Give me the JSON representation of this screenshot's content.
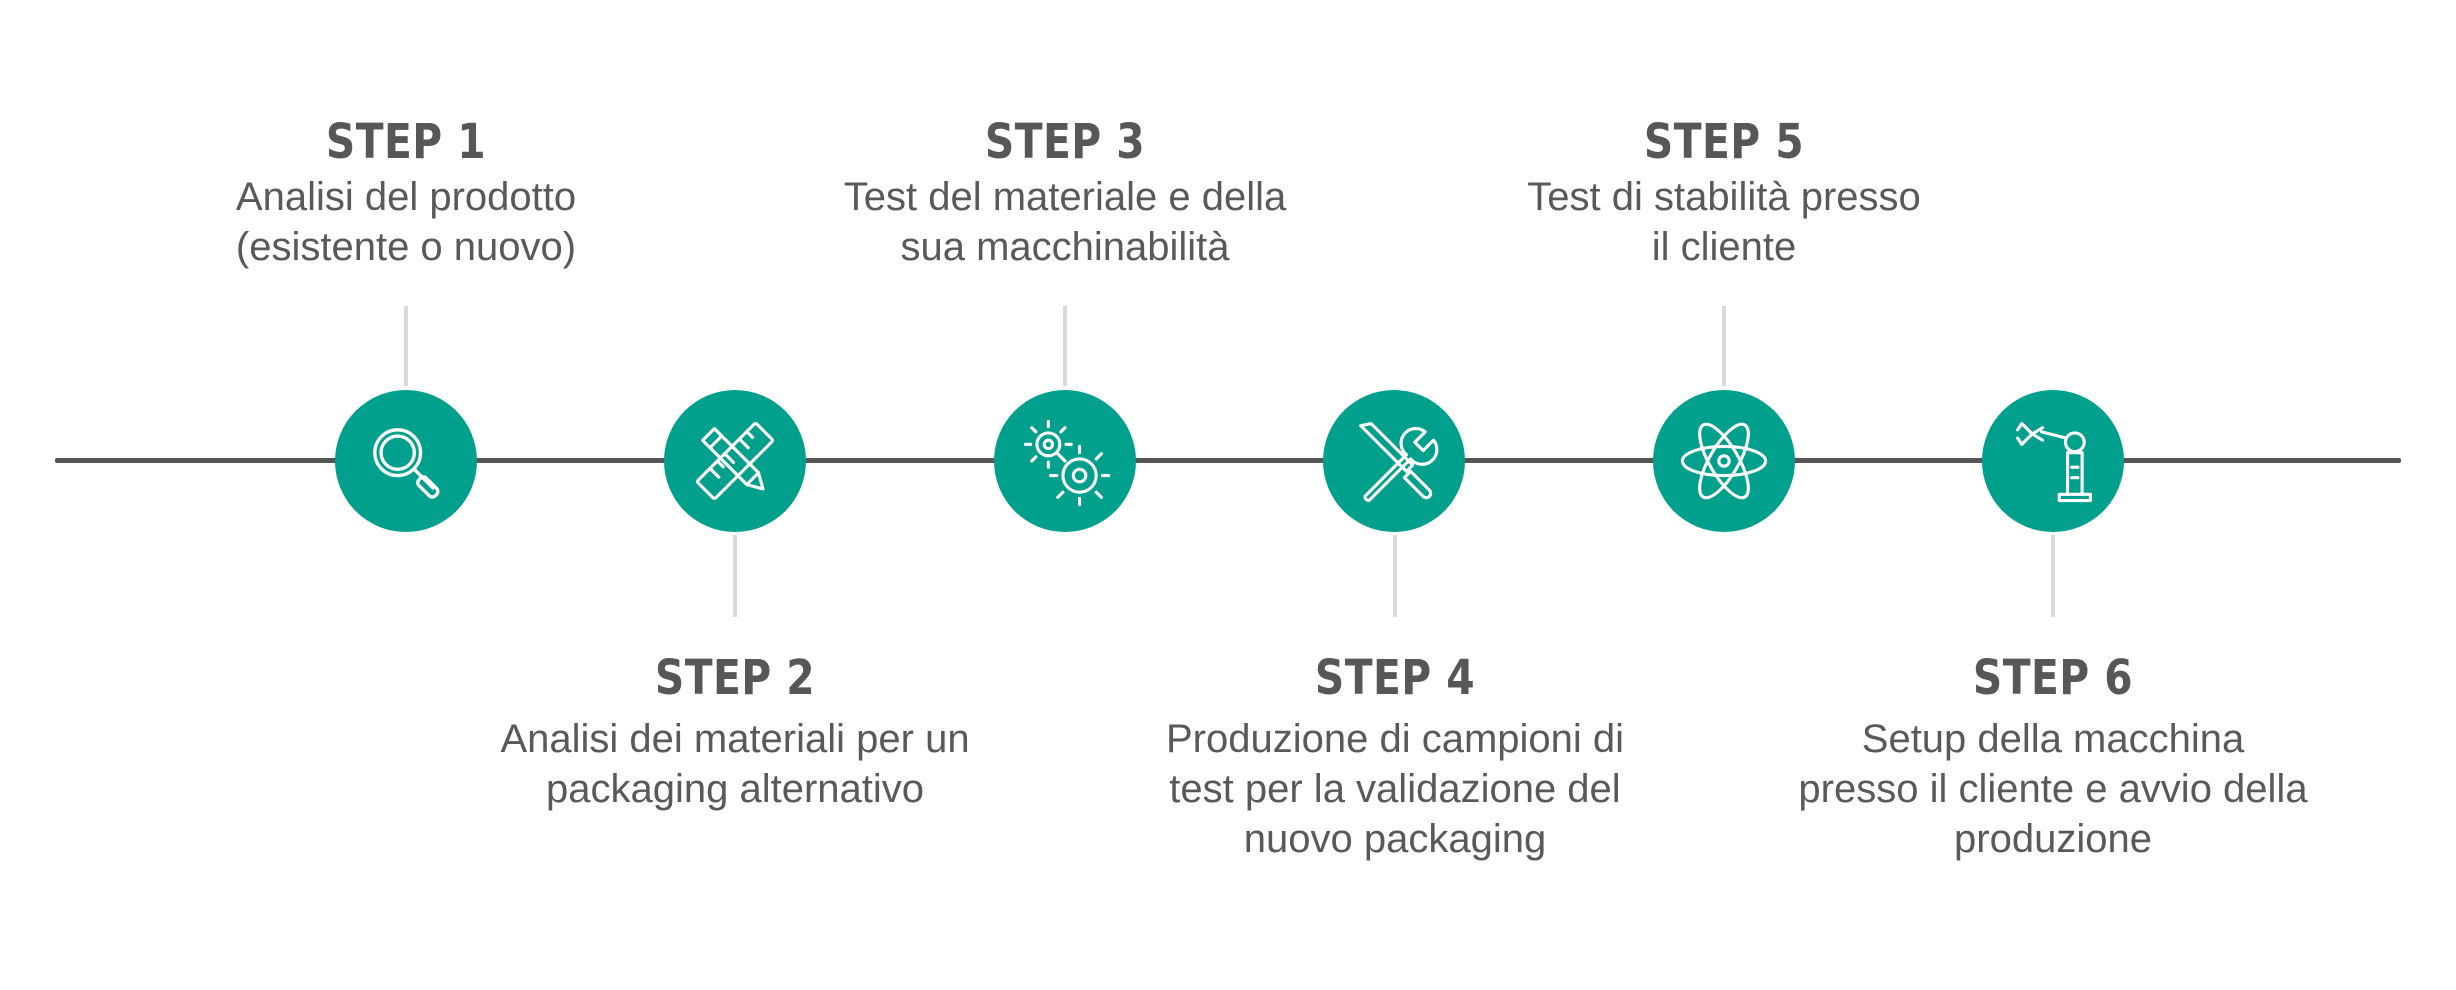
{
  "steps": [
    {
      "title": "STEP 1",
      "description": "Analisi del prodotto\n(esistente o nuovo)",
      "icon": "magnifier-icon"
    },
    {
      "title": "STEP 2",
      "description": "Analisi dei materiali per un\npackaging alternativo",
      "icon": "ruler-pencil-icon"
    },
    {
      "title": "STEP 3",
      "description": "Test del materiale e della\nsua macchinabilità",
      "icon": "gears-icon"
    },
    {
      "title": "STEP 4",
      "description": "Produzione di campioni di\ntest per la validazione del\nnuovo packaging",
      "icon": "wrench-screwdriver-icon"
    },
    {
      "title": "STEP 5",
      "description": "Test di stabilità presso\nil cliente",
      "icon": "atom-icon"
    },
    {
      "title": "STEP 6",
      "description": "Setup della macchina\npresso il cliente e avvio della\nproduzione",
      "icon": "robotic-arm-icon"
    }
  ],
  "colors": {
    "accent": "#00a08c",
    "timeline": "#555555",
    "connector": "#d9d9d9",
    "text": "#555555"
  }
}
